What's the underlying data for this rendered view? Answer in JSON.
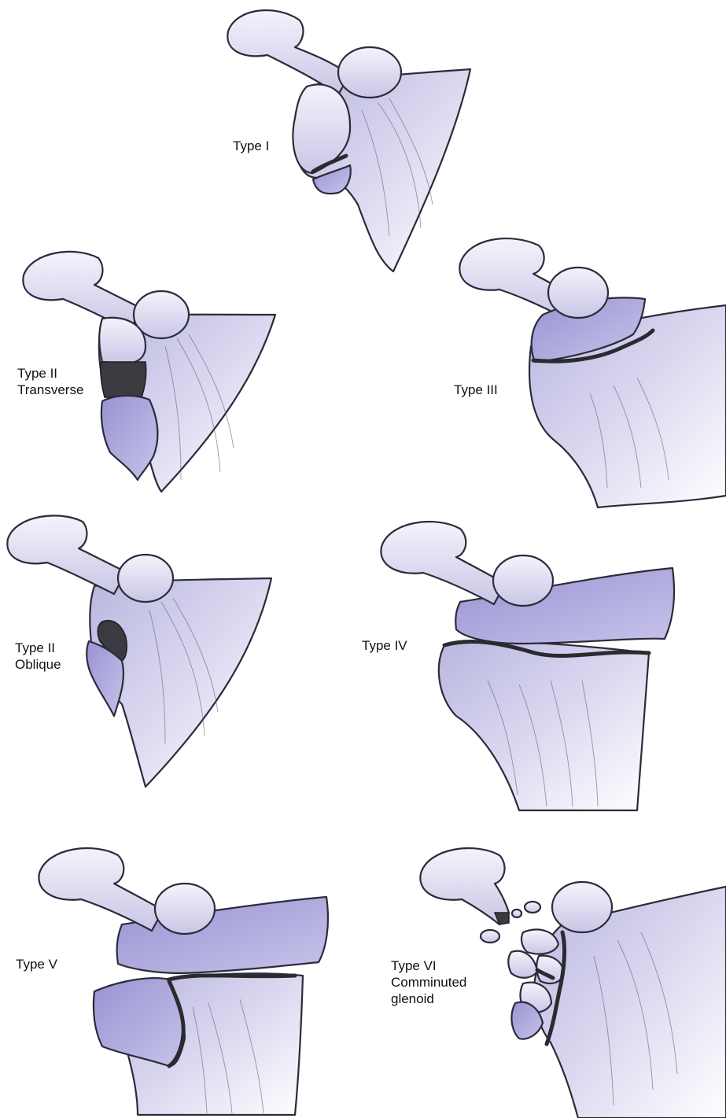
{
  "labels": {
    "type_i": "Type I",
    "type_ii_transverse": [
      "Type II",
      "Transverse"
    ],
    "type_iii": "Type III",
    "type_ii_oblique": [
      "Type II",
      "Oblique"
    ],
    "type_iv": "Type IV",
    "type_v": "Type V",
    "type_vi": [
      "Type VI",
      "Comminuted",
      "glenoid"
    ]
  },
  "colors": {
    "bone_light": "#ecebf6",
    "bone_mid": "#c9c7e6",
    "fragment": "#a9a4d8",
    "fracture": "#3a3a40",
    "outline": "#2b2b3a"
  }
}
